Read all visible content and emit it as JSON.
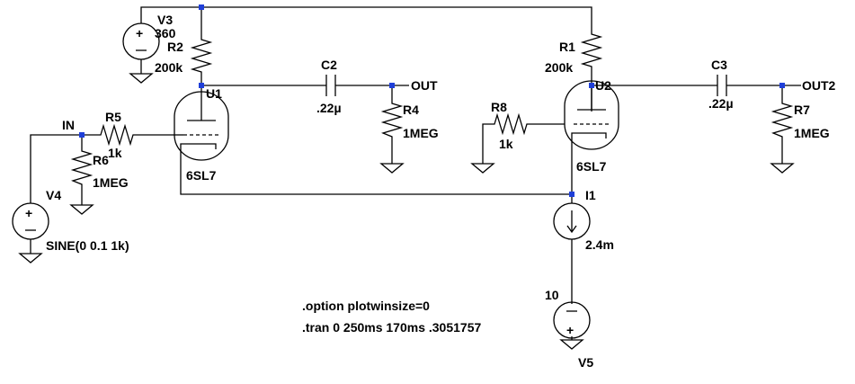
{
  "components": {
    "v3": {
      "name": "V3",
      "value": "360"
    },
    "r2": {
      "name": "R2",
      "value": "200k"
    },
    "u1": {
      "name": "U1",
      "value": "6SL7"
    },
    "c2": {
      "name": "C2",
      "value": ".22µ"
    },
    "r4": {
      "name": "R4",
      "value": "1MEG"
    },
    "r1": {
      "name": "R1",
      "value": "200k"
    },
    "u2": {
      "name": "U2",
      "value": "6SL7"
    },
    "c3": {
      "name": "C3",
      "value": ".22µ"
    },
    "r7": {
      "name": "R7",
      "value": "1MEG"
    },
    "r5": {
      "name": "R5",
      "value": "1k"
    },
    "r6": {
      "name": "R6",
      "value": "1MEG"
    },
    "r8": {
      "name": "R8",
      "value": "1k"
    },
    "v4": {
      "name": "V4",
      "value": "SINE(0 0.1 1k)"
    },
    "i1": {
      "name": "I1",
      "value": "2.4m"
    },
    "v5": {
      "name": "V5",
      "value": "10"
    }
  },
  "nets": {
    "in": "IN",
    "out": "OUT",
    "out2": "OUT2"
  },
  "directives": [
    ".option plotwinsize=0",
    ".tran 0 250ms 170ms .3051757"
  ],
  "colors": {
    "background": "#ffffff",
    "wire": "#000000",
    "junction": "#1f3fd8"
  }
}
